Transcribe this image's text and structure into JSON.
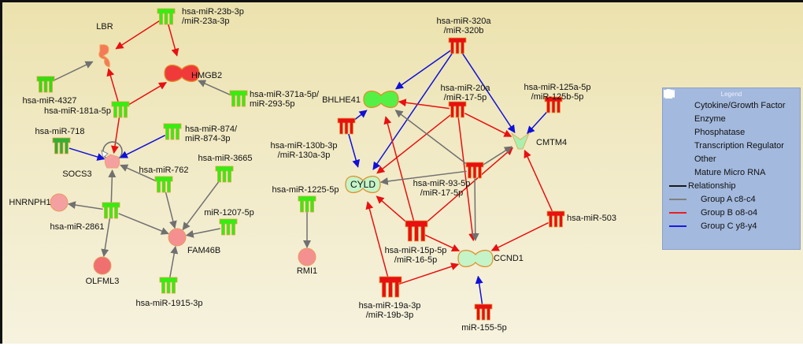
{
  "legend": {
    "title": "Legend",
    "items": [
      {
        "label": "Cytokine/Growth Factor",
        "icon": "cytokine-icon"
      },
      {
        "label": "Enzyme",
        "icon": "enzyme-icon"
      },
      {
        "label": "Phosphatase",
        "icon": "phosphatase-icon"
      },
      {
        "label": "Transcription Regulator",
        "icon": "transcription-regulator-icon"
      },
      {
        "label": "Other",
        "icon": "other-icon"
      },
      {
        "label": "Mature Micro RNA",
        "icon": "mirna-icon"
      }
    ],
    "lines": [
      {
        "label": "Relationship",
        "color": "#1a1a1a"
      },
      {
        "label": "Group A c8-c4",
        "color": "#808080"
      },
      {
        "label": "Group B o8-o4",
        "color": "#e82020"
      },
      {
        "label": "Group C y8-y4",
        "color": "#1a1ae0"
      }
    ]
  },
  "colors": {
    "groupA": "#707070",
    "groupB": "#e81010",
    "groupC": "#1010d8",
    "mirna_up": "#33ee11",
    "mirna_up_dark": "#33b033",
    "mirna_down": "#e81010"
  },
  "nodes": [
    {
      "id": "LBR",
      "label": [
        "LBR"
      ],
      "type": "enzyme",
      "color": "#f47a5a"
    },
    {
      "id": "m23b",
      "label": [
        "hsa-miR-23b-3p",
        "/miR-23a-3p"
      ],
      "type": "mirna",
      "color": "#33ee11"
    },
    {
      "id": "HMGB2",
      "label": [
        "HMGB2"
      ],
      "type": "transcription-regulator",
      "color": "#f03a3a"
    },
    {
      "id": "m4327",
      "label": [
        "hsa-miR-4327"
      ],
      "type": "mirna",
      "color": "#33dd11"
    },
    {
      "id": "m181a",
      "label": [
        "hsa-miR-181a-5p"
      ],
      "type": "mirna",
      "color": "#33ee11"
    },
    {
      "id": "m371a",
      "label": [
        "hsa-miR-371a-5p/",
        "miR-293-5p"
      ],
      "type": "mirna",
      "color": "#33ee11"
    },
    {
      "id": "m718",
      "label": [
        "hsa-miR-718"
      ],
      "type": "mirna",
      "color": "#33b033"
    },
    {
      "id": "m874",
      "label": [
        "hsa-miR-874/",
        "miR-874-3p"
      ],
      "type": "mirna",
      "color": "#33ee11"
    },
    {
      "id": "SOCS3",
      "label": [
        "SOCS3"
      ],
      "type": "phosphatase",
      "color": "#f5a0a0"
    },
    {
      "id": "m762",
      "label": [
        "hsa-miR-762"
      ],
      "type": "mirna",
      "color": "#33ee11"
    },
    {
      "id": "m3665",
      "label": [
        "hsa-miR-3665"
      ],
      "type": "mirna",
      "color": "#33ee11"
    },
    {
      "id": "HNRNPH1",
      "label": [
        "HNRNPH1"
      ],
      "type": "other",
      "color": "#f5a0a0"
    },
    {
      "id": "m2861",
      "label": [
        "hsa-miR-2861"
      ],
      "type": "mirna",
      "color": "#33ee11"
    },
    {
      "id": "m1207",
      "label": [
        "miR-1207-5p"
      ],
      "type": "mirna",
      "color": "#33ee11"
    },
    {
      "id": "FAM46B",
      "label": [
        "FAM46B"
      ],
      "type": "other",
      "color": "#f59090"
    },
    {
      "id": "OLFML3",
      "label": [
        "OLFML3"
      ],
      "type": "other",
      "color": "#f07070"
    },
    {
      "id": "m1915",
      "label": [
        "hsa-miR-1915-3p"
      ],
      "type": "mirna",
      "color": "#33ee11"
    },
    {
      "id": "m1225",
      "label": [
        "hsa-miR-1225-5p"
      ],
      "type": "mirna",
      "color": "#33ee11"
    },
    {
      "id": "RMI1",
      "label": [
        "RMI1"
      ],
      "type": "other",
      "color": "#f59090"
    },
    {
      "id": "m320a",
      "label": [
        "hsa-miR-320a",
        "/miR-320b"
      ],
      "type": "mirna",
      "color": "#e81010"
    },
    {
      "id": "BHLHE41",
      "label": [
        "BHLHE41"
      ],
      "type": "transcription-regulator",
      "color": "#55f045"
    },
    {
      "id": "m20a",
      "label": [
        "hsa-miR-20a",
        "/miR-17-5p"
      ],
      "type": "mirna",
      "color": "#e81010"
    },
    {
      "id": "m125a",
      "label": [
        "hsa-miR-125a-5p",
        "/miR-125b-5p"
      ],
      "type": "mirna",
      "color": "#e81010"
    },
    {
      "id": "m130b",
      "label": [
        "hsa-miR-130b-3p",
        "/miR-130a-3p"
      ],
      "type": "mirna",
      "color": "#e81010"
    },
    {
      "id": "CMTM4",
      "label": [
        "CMTM4"
      ],
      "type": "cytokine",
      "color": "#a8f0b0"
    },
    {
      "id": "m93",
      "label": [
        "hsa-miR-93-5p",
        "/miR-17-5p"
      ],
      "type": "mirna",
      "color": "#e81010"
    },
    {
      "id": "CYLD",
      "label": [
        "CYLD"
      ],
      "type": "transcription-regulator",
      "color": "#c4f4c8"
    },
    {
      "id": "m503",
      "label": [
        "hsa-miR-503"
      ],
      "type": "mirna",
      "color": "#e81010"
    },
    {
      "id": "m15",
      "label": [
        "hsa-miR-15p-5p",
        "/miR-16-5p"
      ],
      "type": "mirna",
      "color": "#e81010"
    },
    {
      "id": "CCND1",
      "label": [
        "CCND1"
      ],
      "type": "transcription-regulator",
      "color": "#c4f4c8"
    },
    {
      "id": "m19a",
      "label": [
        "hsa-miR-19a-3p",
        "/miR-19b-3p"
      ],
      "type": "mirna",
      "color": "#e81010"
    },
    {
      "id": "m155",
      "label": [
        "miR-155-5p"
      ],
      "type": "mirna",
      "color": "#e81010"
    }
  ],
  "edges": [
    [
      "m23b",
      "LBR",
      "B"
    ],
    [
      "m23b",
      "HMGB2",
      "B"
    ],
    [
      "m181a",
      "LBR",
      "B"
    ],
    [
      "m181a",
      "HMGB2",
      "B"
    ],
    [
      "m181a",
      "SOCS3",
      "B"
    ],
    [
      "m4327",
      "LBR",
      "A"
    ],
    [
      "m371a",
      "HMGB2",
      "A"
    ],
    [
      "SOCS3",
      "SOCS3",
      "A"
    ],
    [
      "m762",
      "SOCS3",
      "A"
    ],
    [
      "m2861",
      "SOCS3",
      "A"
    ],
    [
      "m2861",
      "HNRNPH1",
      "A"
    ],
    [
      "m2861",
      "FAM46B",
      "A"
    ],
    [
      "m2861",
      "OLFML3",
      "A"
    ],
    [
      "m762",
      "FAM46B",
      "A"
    ],
    [
      "m3665",
      "FAM46B",
      "A"
    ],
    [
      "m1207",
      "FAM46B",
      "A"
    ],
    [
      "m1915",
      "FAM46B",
      "A"
    ],
    [
      "m1225",
      "RMI1",
      "A"
    ],
    [
      "m718",
      "SOCS3",
      "C"
    ],
    [
      "m874",
      "SOCS3",
      "C"
    ],
    [
      "m320a",
      "BHLHE41",
      "C"
    ],
    [
      "m320a",
      "CYLD",
      "C"
    ],
    [
      "m320a",
      "CMTM4",
      "C"
    ],
    [
      "m130b",
      "BHLHE41",
      "C"
    ],
    [
      "m130b",
      "CYLD",
      "C"
    ],
    [
      "m125a",
      "CMTM4",
      "C"
    ],
    [
      "m155",
      "CCND1",
      "C"
    ],
    [
      "m20a",
      "BHLHE41",
      "B"
    ],
    [
      "m20a",
      "CMTM4",
      "B"
    ],
    [
      "m20a",
      "CYLD",
      "B"
    ],
    [
      "m20a",
      "CCND1",
      "B"
    ],
    [
      "m15",
      "BHLHE41",
      "B"
    ],
    [
      "m15",
      "CYLD",
      "B"
    ],
    [
      "m15",
      "CMTM4",
      "B"
    ],
    [
      "m15",
      "CCND1",
      "B"
    ],
    [
      "m19a",
      "CYLD",
      "B"
    ],
    [
      "m19a",
      "CCND1",
      "B"
    ],
    [
      "m503",
      "CMTM4",
      "B"
    ],
    [
      "m503",
      "CCND1",
      "B"
    ],
    [
      "m93",
      "BHLHE41",
      "A"
    ],
    [
      "m93",
      "CMTM4",
      "A"
    ],
    [
      "m93",
      "CYLD",
      "A"
    ],
    [
      "m93",
      "CCND1",
      "A"
    ]
  ]
}
